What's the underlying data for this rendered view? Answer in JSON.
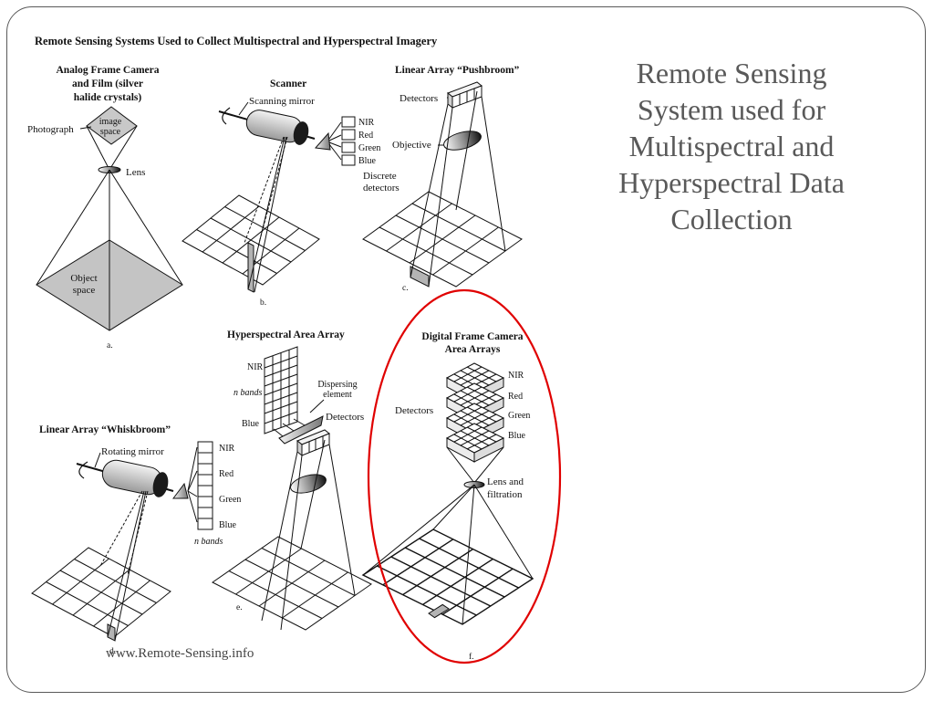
{
  "slide": {
    "title": "Remote Sensing System used for Multispectral and Hyperspectral Data Collection",
    "source_url": "www.Remote-Sensing.info"
  },
  "figure": {
    "title": "Remote Sensing Systems Used to Collect Multispectral and Hyperspectral Imagery",
    "panels": {
      "a": {
        "heading_lines": [
          "Analog Frame Camera",
          "and Film (silver",
          "halide crystals)"
        ],
        "photograph": "Photograph",
        "image_space_lines": [
          "image",
          "space"
        ],
        "lens": "Lens",
        "object_space_lines": [
          "Object",
          "space"
        ],
        "caption": "a."
      },
      "b": {
        "heading": "Scanner",
        "mirror": "Scanning mirror",
        "bands": [
          "NIR",
          "Red",
          "Green",
          "Blue"
        ],
        "detectors_lines": [
          "Discrete",
          "detectors"
        ],
        "caption": "b."
      },
      "c": {
        "heading": "Linear Array “Pushbroom”",
        "detectors": "Detectors",
        "objective": "Objective",
        "caption": "c."
      },
      "d": {
        "heading": "Linear Array “Whiskbroom”",
        "mirror": "Rotating mirror",
        "bands": [
          "NIR",
          "Red",
          "Green",
          "Blue"
        ],
        "n_bands": "n bands",
        "caption": "d."
      },
      "e": {
        "heading": "Hyperspectral Area Array",
        "nir": "NIR",
        "n_bands": "n bands",
        "blue": "Blue",
        "dispersing_lines": [
          "Dispersing",
          "element"
        ],
        "detectors": "Detectors",
        "caption": "e."
      },
      "f": {
        "heading_lines": [
          "Digital Frame Camera",
          "Area Arrays"
        ],
        "detectors": "Detectors",
        "bands": [
          "NIR",
          "Red",
          "Green",
          "Blue"
        ],
        "lens_lines": [
          "Lens and",
          "filtration"
        ],
        "caption": "f."
      }
    },
    "highlight_color": "#e00000"
  }
}
